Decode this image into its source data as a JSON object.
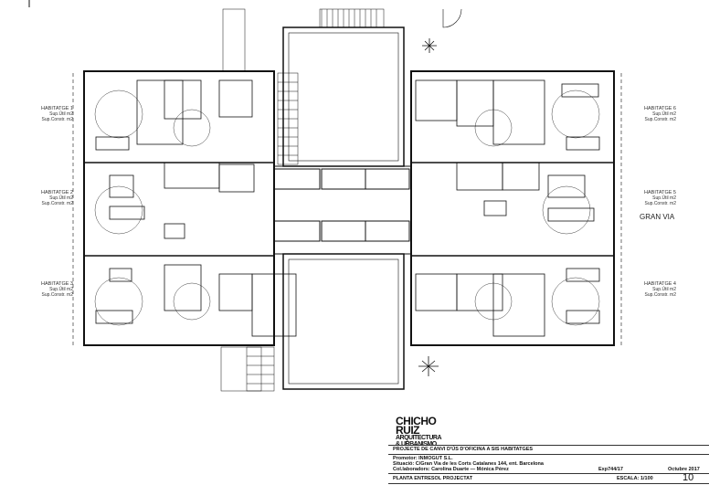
{
  "plan": {
    "units": [
      {
        "name": "HABITATGE 1",
        "line1": "Sup.Útil m2",
        "line2": "Sup.Constr. m2"
      },
      {
        "name": "HABITATGE 2",
        "line1": "Sup.Útil m2",
        "line2": "Sup.Constr. m2"
      },
      {
        "name": "HABITATGE 3",
        "line1": "Sup.Útil m2",
        "line2": "Sup.Constr. m2"
      },
      {
        "name": "HABITATGE 6",
        "line1": "Sup.Útil m2",
        "line2": "Sup.Constr. m2"
      },
      {
        "name": "HABITATGE 5",
        "line1": "Sup.Útil m2",
        "line2": "Sup.Constr. m2"
      },
      {
        "name": "HABITATGE 4",
        "line1": "Sup.Útil m2",
        "line2": "Sup.Constr. m2"
      }
    ],
    "street": "GRAN VIA"
  },
  "title_block": {
    "logo": [
      "CHICHO",
      "RUIZ",
      "ARQUITECTURA",
      "& URBANISMO"
    ],
    "project": "PROJECTE DE CANVI D'ÚS D'OFICINA A SIS HABITATGES",
    "promotor": "Promotor: INMOGUT S.L.",
    "situacio": "Situació: C/Gran Via de les Corts Catalanes 144, ent. Barcelona",
    "collaboradors": "Col.laboradors: Carolina Duarte — Mónica Pérez",
    "expedient": "Exp744/17",
    "date": "Octubre 2017",
    "drawing": "PLANTA ENTRESOL PROJECTAT",
    "scale": "ESCALA: 1/100",
    "sheet": "10"
  }
}
